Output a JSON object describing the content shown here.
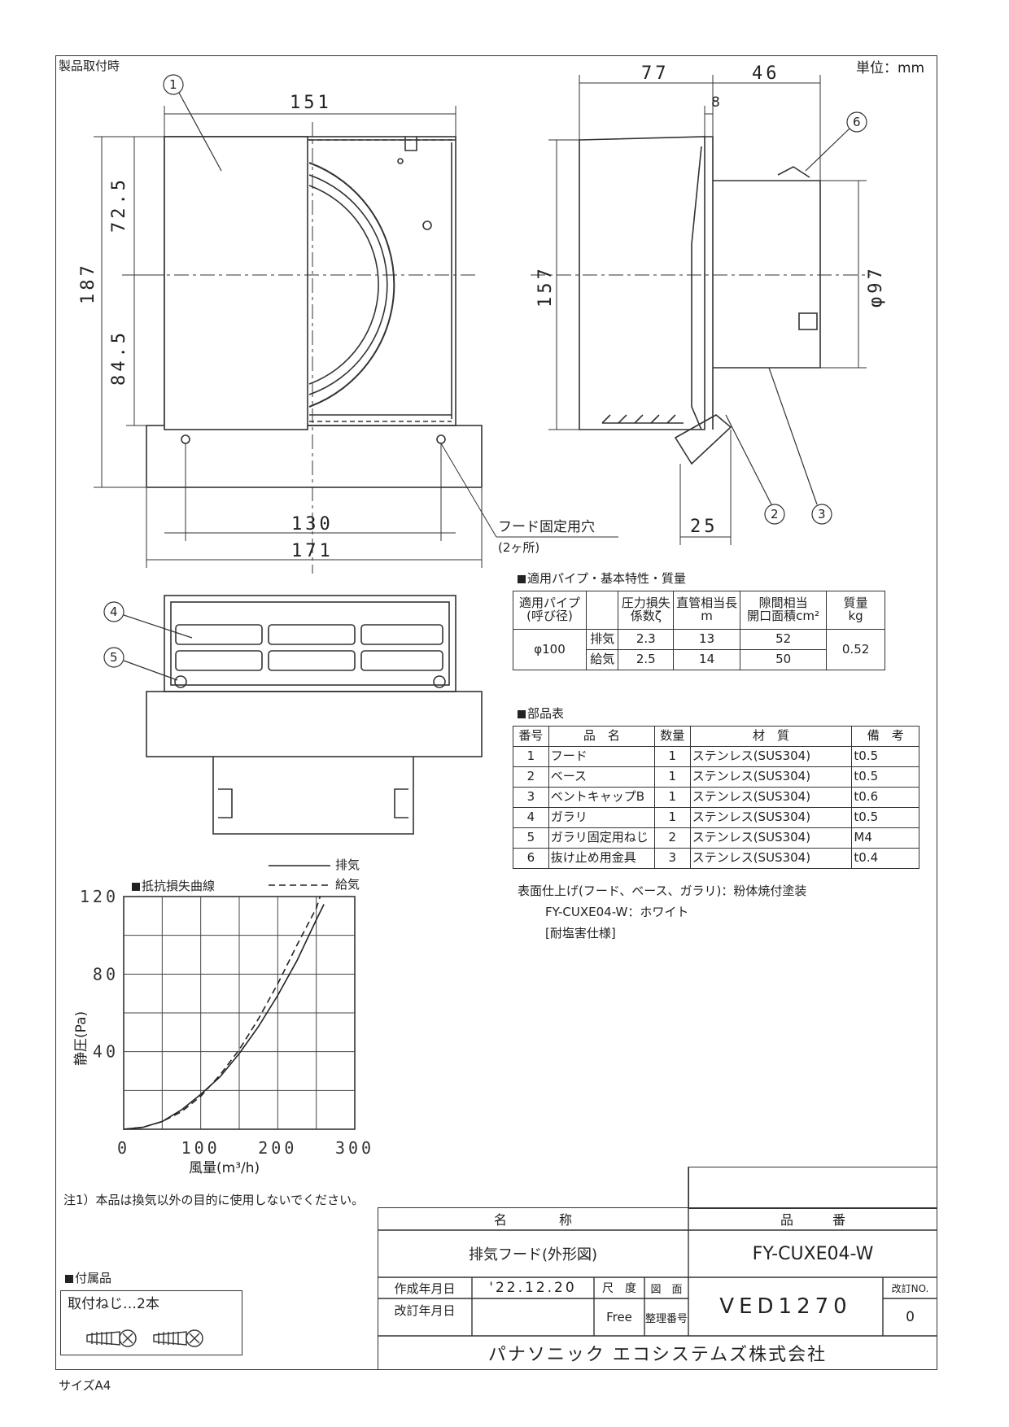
{
  "header": {
    "install_label": "製品取付時",
    "unit_label": "単位：mm"
  },
  "front_view": {
    "dims": {
      "top_width": "151",
      "height_total": "187",
      "upper": "72.5",
      "lower": "84.5",
      "hole_pitch": "130",
      "base_width": "171"
    },
    "hole_label": "フード固定用穴",
    "hole_count": "(2ヶ所)"
  },
  "side_view": {
    "dims": {
      "depth": "77",
      "pipe_len": "46",
      "flange": "8",
      "height": "157",
      "pipe_dia": "φ97",
      "louver": "25"
    }
  },
  "callouts": [
    "1",
    "2",
    "3",
    "4",
    "5",
    "6"
  ],
  "spec_table": {
    "title": "適用パイプ・基本特性・質量",
    "headers": [
      "適用パイプ\n(呼び径)",
      "",
      "圧力損失\n係数ζ",
      "直管相当長\nm",
      "隙間相当\n開口面積cm²",
      "質量\nkg"
    ],
    "pipe": "φ100",
    "rows": [
      {
        "mode": "排気",
        "zeta": "2.3",
        "length": "13",
        "area": "52"
      },
      {
        "mode": "給気",
        "zeta": "2.5",
        "length": "14",
        "area": "50"
      }
    ],
    "mass": "0.52"
  },
  "parts_table": {
    "title": "部品表",
    "headers": [
      "番号",
      "品　名",
      "数量",
      "材　質",
      "備　考"
    ],
    "rows": [
      [
        "1",
        "フード",
        "1",
        "ステンレス(SUS304)",
        "t0.5"
      ],
      [
        "2",
        "ベース",
        "1",
        "ステンレス(SUS304)",
        "t0.5"
      ],
      [
        "3",
        "ベントキャップB",
        "1",
        "ステンレス(SUS304)",
        "t0.6"
      ],
      [
        "4",
        "ガラリ",
        "1",
        "ステンレス(SUS304)",
        "t0.5"
      ],
      [
        "5",
        "ガラリ固定用ねじ",
        "2",
        "ステンレス(SUS304)",
        "M4"
      ],
      [
        "6",
        "抜け止め用金具",
        "3",
        "ステンレス(SUS304)",
        "t0.4"
      ]
    ]
  },
  "finish": {
    "line1": "表面仕上げ(フード、ベース、ガラリ)：粉体焼付塗装",
    "line2": "FY-CUXE04-W：ホワイト",
    "line3": "[耐塩害仕様]"
  },
  "chart_data": {
    "type": "line",
    "title": "抵抗損失曲線",
    "xlabel": "風量(m³/h)",
    "ylabel": "静圧(Pa)",
    "xlim": [
      0,
      300
    ],
    "ylim": [
      0,
      120
    ],
    "xticks": [
      "0",
      "100",
      "200",
      "300"
    ],
    "yticks": [
      "40",
      "80",
      "120"
    ],
    "grid": true,
    "legend_position": "top-right",
    "series": [
      {
        "name": "排気",
        "style": "solid",
        "x": [
          0,
          25,
          50,
          75,
          100,
          125,
          150,
          175,
          200,
          225,
          250,
          260
        ],
        "y": [
          0,
          1,
          4,
          10,
          18,
          27,
          39,
          53,
          69,
          87,
          108,
          116
        ]
      },
      {
        "name": "給気",
        "style": "dashed",
        "x": [
          0,
          25,
          50,
          75,
          100,
          125,
          150,
          175,
          200,
          225,
          250,
          255
        ],
        "y": [
          0,
          1,
          4,
          9,
          17,
          28,
          41,
          57,
          75,
          95,
          114,
          120
        ]
      }
    ]
  },
  "note": "注1）本品は換気以外の目的に使用しないでください。",
  "accessories": {
    "title": "付属品",
    "item": "取付ねじ…2本"
  },
  "title_block": {
    "name_header": "名　　　　称",
    "number_header": "品　　　番",
    "name": "排気フード(外形図)",
    "number": "FY-CUXE04-W",
    "created_label": "作成年月日",
    "created_date": "'22.12.20",
    "revised_label": "改訂年月日",
    "scale_label": "尺　度",
    "scale_value": "Free",
    "drawing_label": "図　面",
    "ref_label": "整理番号",
    "drawing_no": "VED1270",
    "rev_label": "改訂NO.",
    "rev_value": "0",
    "company": "パナソニック エコシステムズ株式会社"
  },
  "size_label": "サイズA4"
}
